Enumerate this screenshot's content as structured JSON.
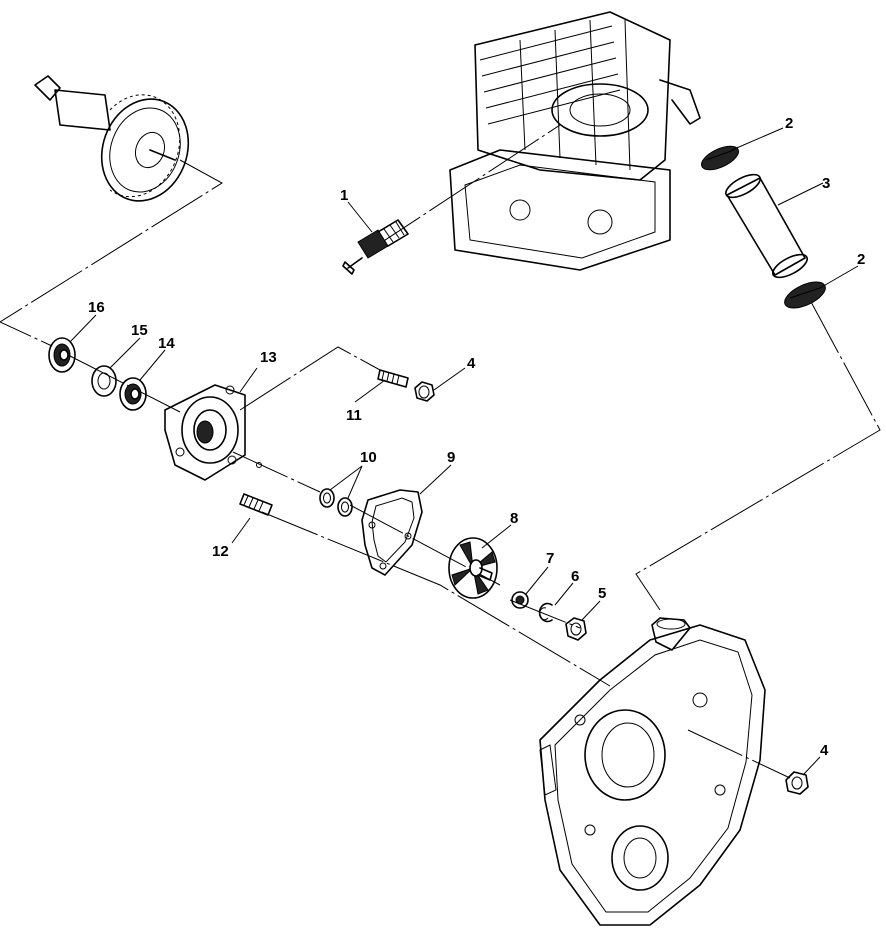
{
  "callouts": {
    "c1": "1",
    "c2a": "2",
    "c2b": "2",
    "c3": "3",
    "c4a": "4",
    "c4b": "4",
    "c5": "5",
    "c6": "6",
    "c7": "7",
    "c8": "8",
    "c9": "9",
    "c10": "10",
    "c11": "11",
    "c12": "12",
    "c13": "13",
    "c14": "14",
    "c15": "15",
    "c16": "16"
  }
}
